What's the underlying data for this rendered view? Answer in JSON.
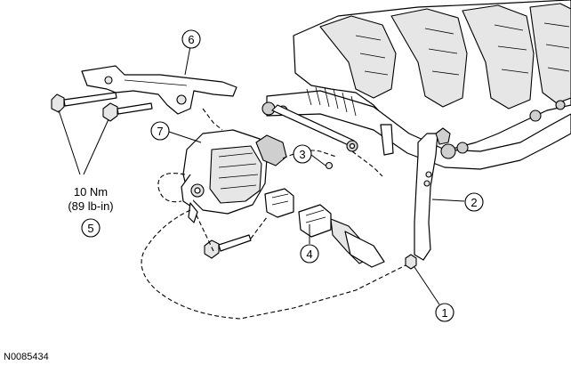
{
  "callouts": [
    {
      "id": "1",
      "label": "1"
    },
    {
      "id": "2",
      "label": "2"
    },
    {
      "id": "3",
      "label": "3"
    },
    {
      "id": "4",
      "label": "4"
    },
    {
      "id": "5",
      "label": "5"
    },
    {
      "id": "6",
      "label": "6"
    },
    {
      "id": "7",
      "label": "7"
    }
  ],
  "torque_spec": {
    "line1": "10 Nm",
    "line2": "(89 lb-in)"
  },
  "figure_id": "N0085434"
}
